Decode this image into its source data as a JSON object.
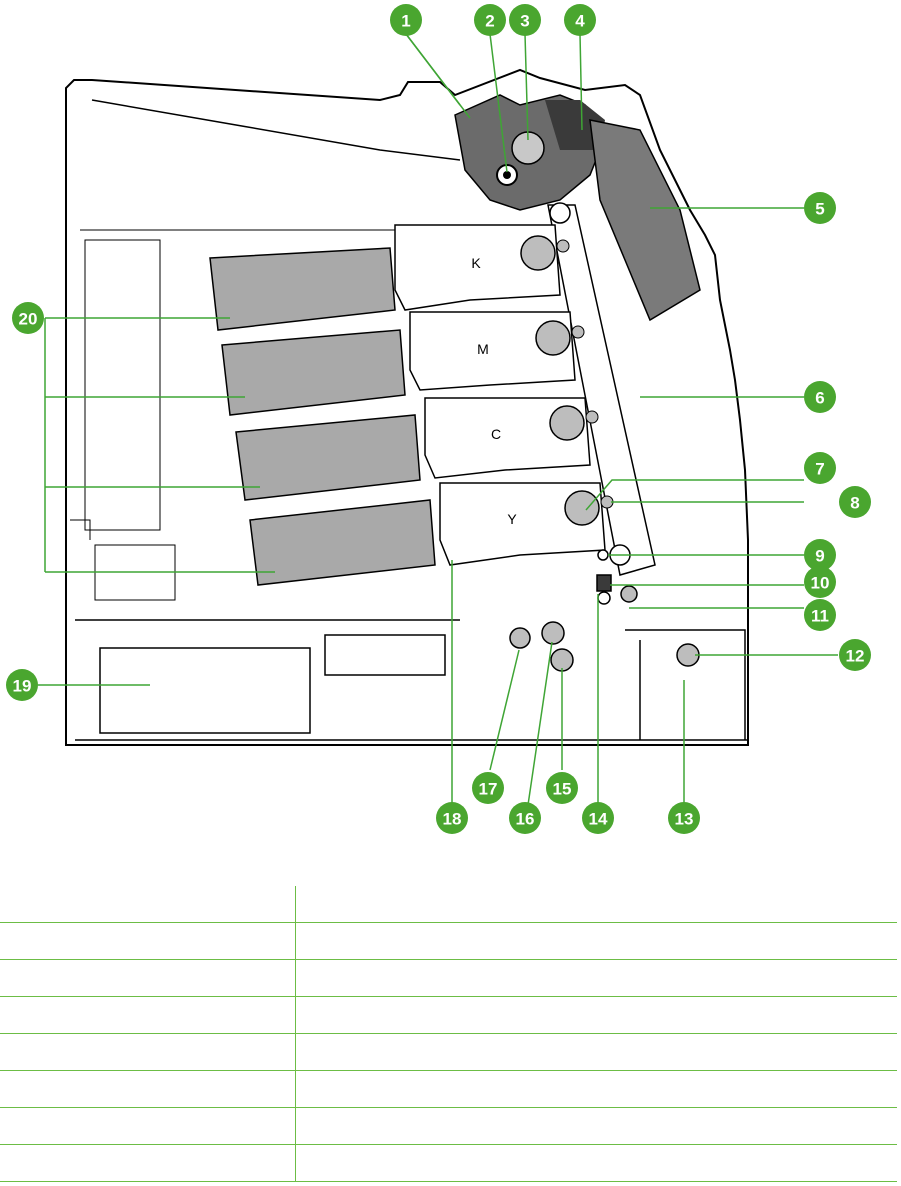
{
  "diagram": {
    "cartridges": [
      "K",
      "M",
      "C",
      "Y"
    ],
    "callouts": [
      "1",
      "2",
      "3",
      "4",
      "5",
      "6",
      "7",
      "8",
      "9",
      "10",
      "11",
      "12",
      "13",
      "14",
      "15",
      "16",
      "17",
      "18",
      "19",
      "20"
    ],
    "accent_color": "#4aa62f",
    "line_color": "#3fa535"
  },
  "table": {
    "rows": [
      [
        "",
        ""
      ],
      [
        "",
        ""
      ],
      [
        "",
        ""
      ],
      [
        "",
        ""
      ],
      [
        "",
        ""
      ],
      [
        "",
        ""
      ],
      [
        "",
        ""
      ],
      [
        "",
        ""
      ]
    ]
  }
}
